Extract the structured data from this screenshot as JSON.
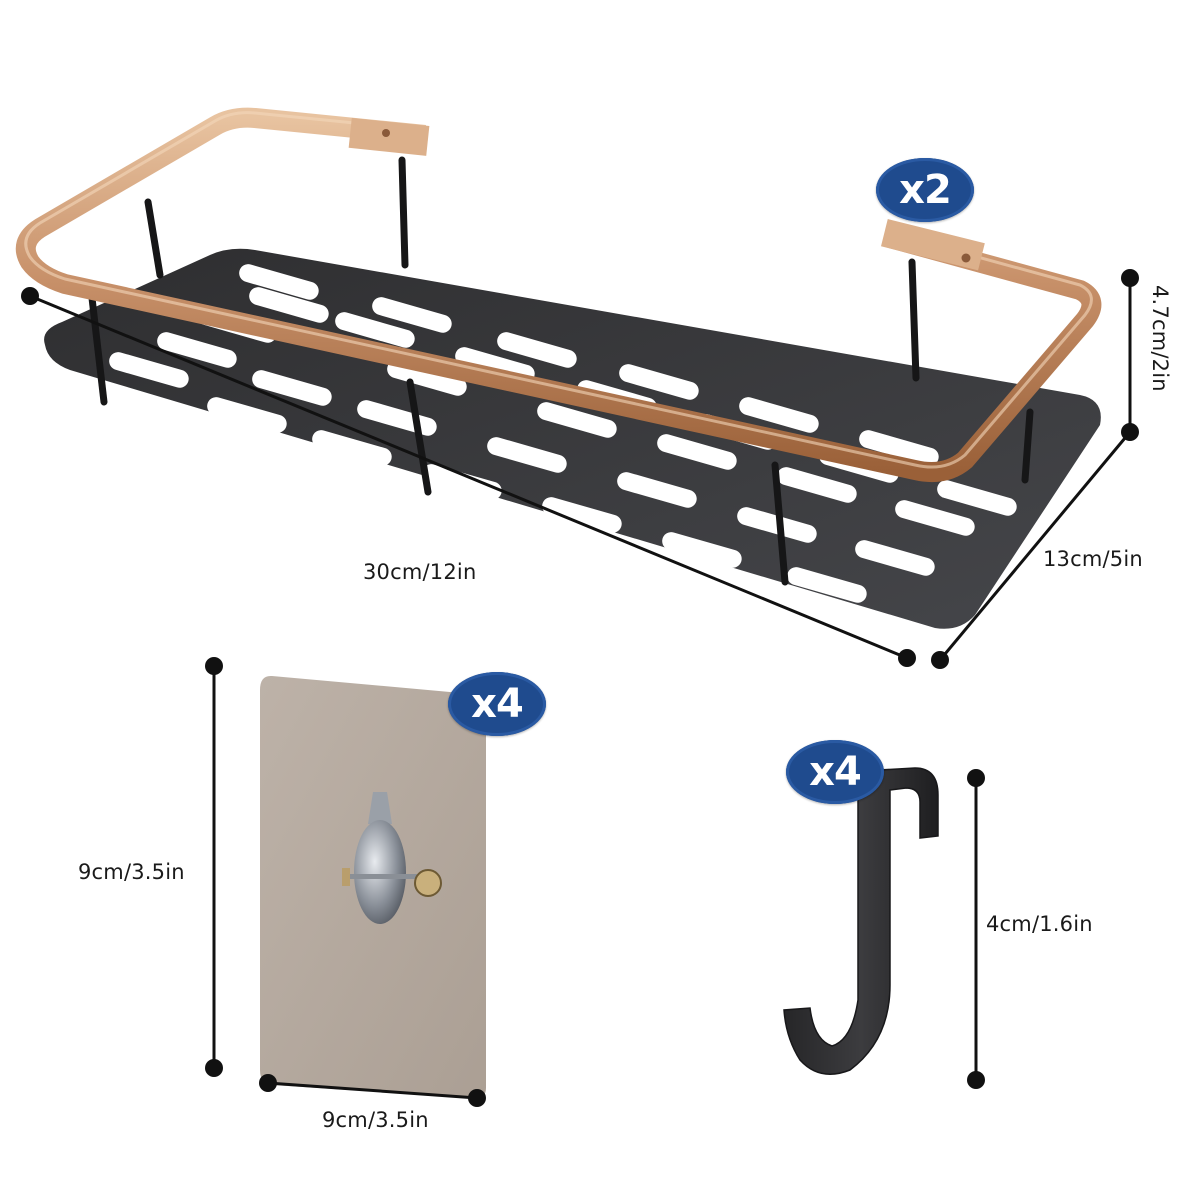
{
  "products": {
    "shelf": {
      "name": "Shelf",
      "quantity_badge": "x2",
      "dimensions": {
        "length": "30cm/12in",
        "width": "13cm/5in",
        "height": "4.7cm/2in"
      }
    },
    "adhesive_pad": {
      "name": "Adhesive Wall Pad",
      "quantity_badge": "x4",
      "dimensions": {
        "height": "9cm/3.5in",
        "width": "9cm/3.5in"
      }
    },
    "hook": {
      "name": "Hook",
      "quantity_badge": "x4",
      "dimensions": {
        "height": "4cm/1.6in"
      }
    }
  },
  "colors": {
    "badge": "#1f4b8e",
    "shelf_plate": "#3a3a3c",
    "rail": "#c8916a",
    "pad": "#b5aaa0",
    "hook": "#2e2e30",
    "dimension_line": "#111111"
  }
}
